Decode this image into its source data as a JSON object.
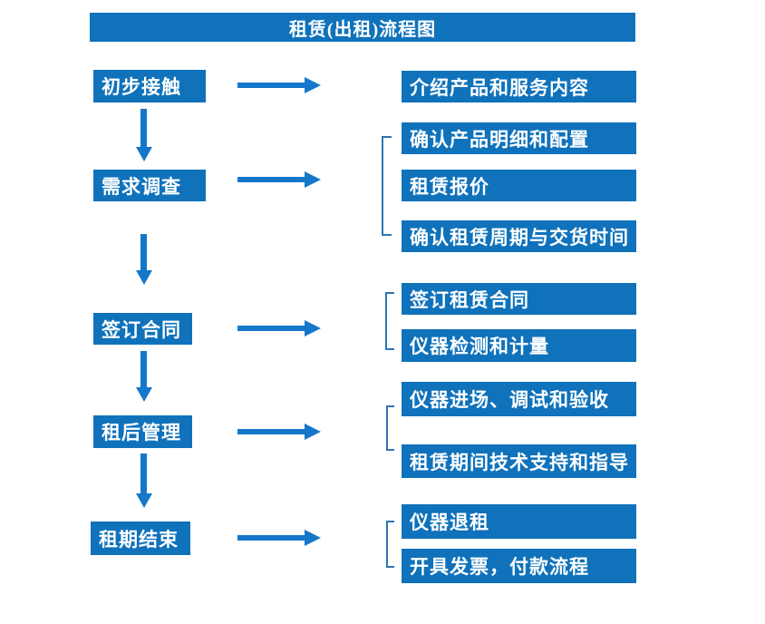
{
  "title": "租赁(出租)流程图",
  "colors": {
    "box_blue": "#0F72BB",
    "arrow_blue": "#1577C9",
    "bracket_blue": "#2E74B5",
    "text_white": "#FFFFFF"
  },
  "steps": [
    {
      "label": "初步接触",
      "details": [
        "介绍产品和服务内容"
      ]
    },
    {
      "label": "需求调查",
      "details": [
        "确认产品明细和配置",
        "租赁报价",
        "确认租赁周期与交货时间"
      ]
    },
    {
      "label": "签订合同",
      "details": [
        "签订租赁合同",
        "仪器检测和计量"
      ]
    },
    {
      "label": "租后管理",
      "details": [
        "仪器进场、调试和验收",
        "租赁期间技术支持和指导"
      ]
    },
    {
      "label": "租期结束",
      "details": [
        "仪器退租",
        "开具发票，付款流程"
      ]
    }
  ]
}
